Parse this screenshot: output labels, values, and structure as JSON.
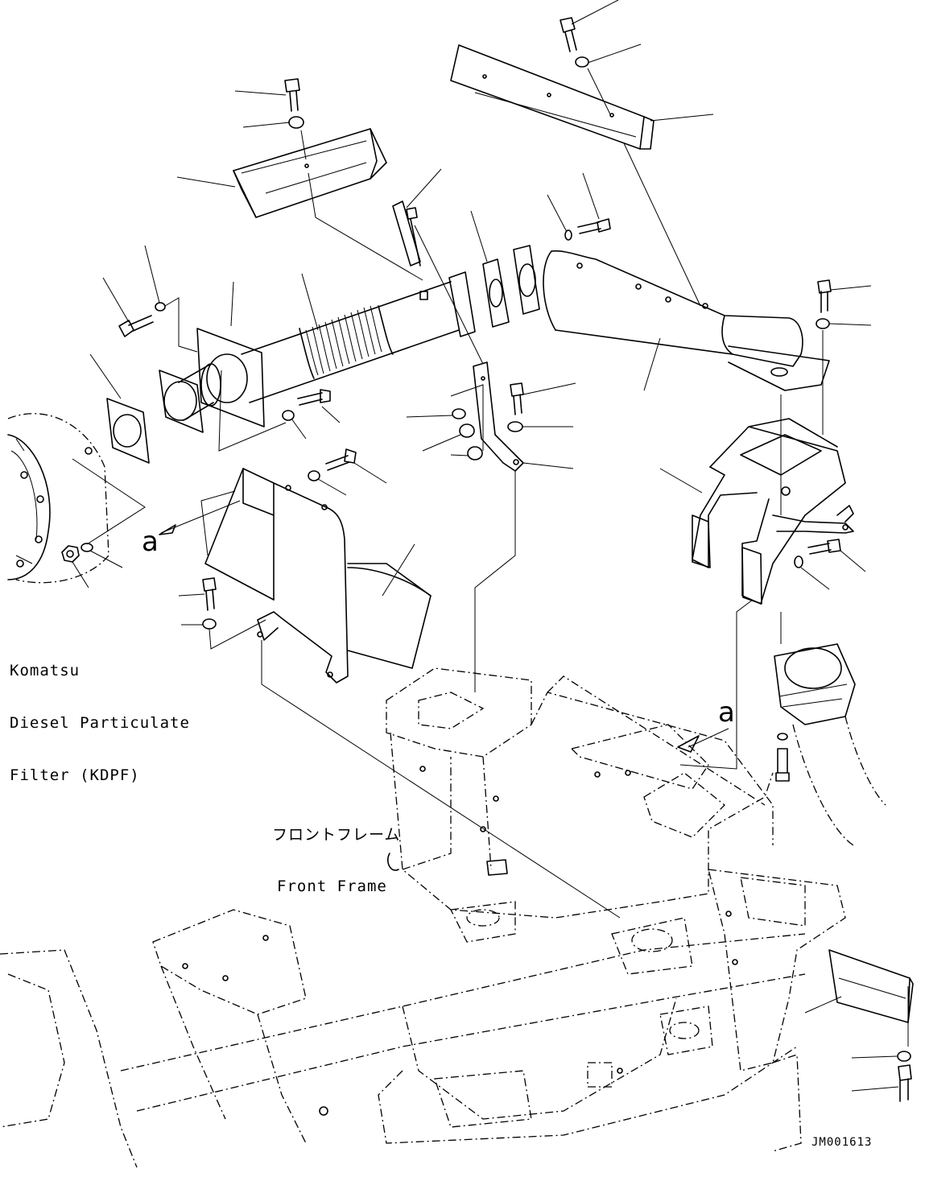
{
  "labels": {
    "kdpf_line1": "Komatsu",
    "kdpf_line2": "Diesel Particulate",
    "kdpf_line3": "Filter (KDPF)",
    "frame_jp": "フロントフレーム",
    "frame_en": "Front Frame",
    "view_a_left": "a",
    "view_a_right": "a",
    "drawing_code": "JM001613"
  }
}
